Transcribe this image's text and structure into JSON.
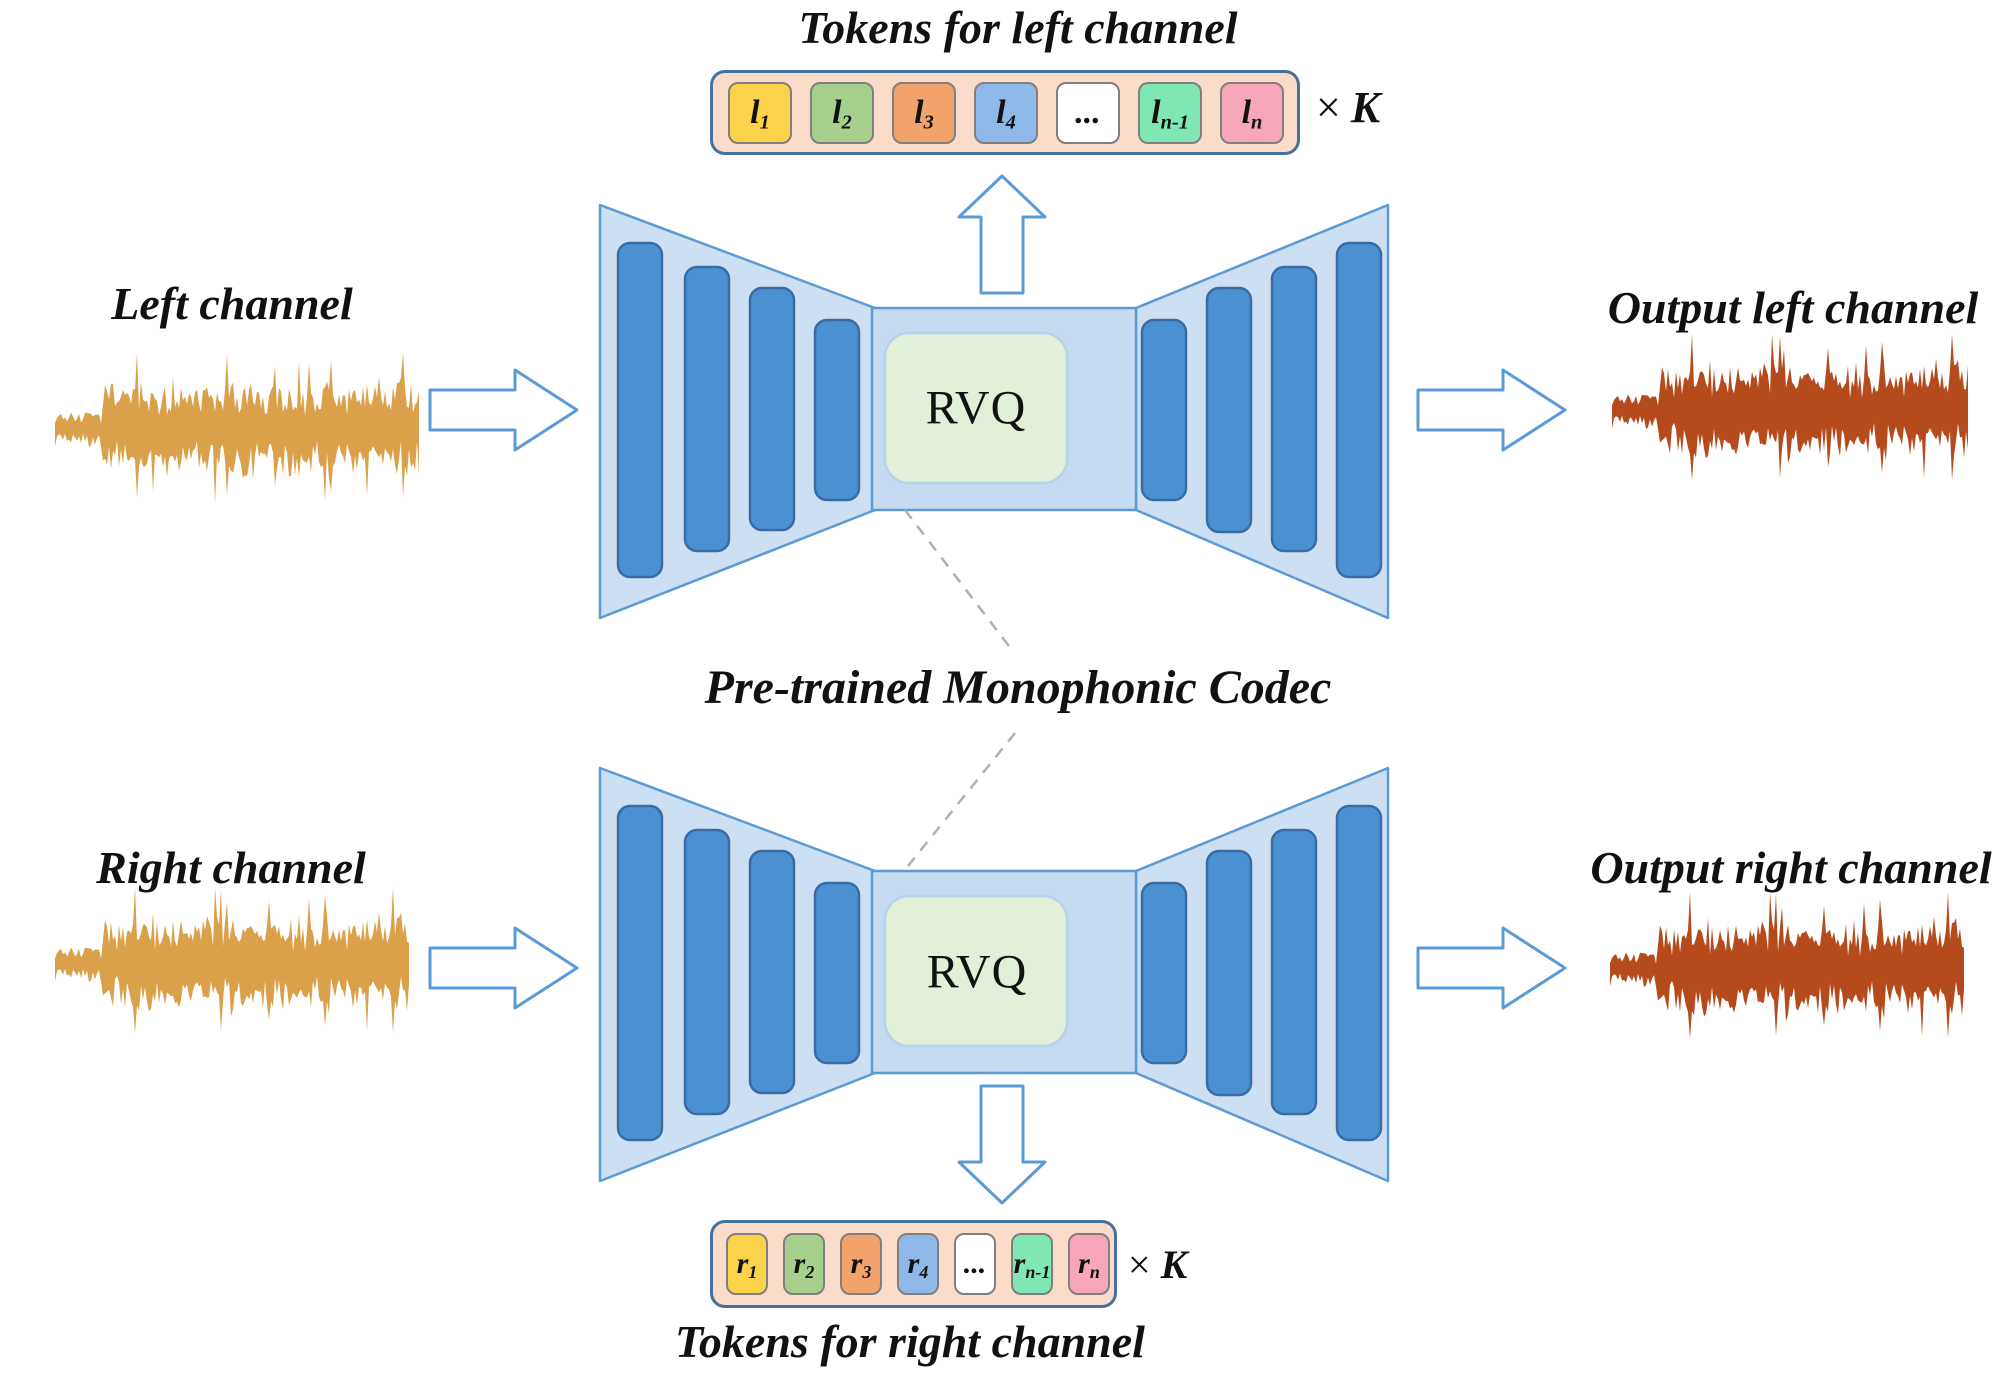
{
  "labels": {
    "tokens_left_title": "Tokens for left channel",
    "tokens_right_title": "Tokens for right channel",
    "left_channel": "Left channel",
    "right_channel": "Right channel",
    "output_left_channel": "Output left channel",
    "output_right_channel": "Output right channel",
    "pretrained_codec": "Pre-trained Monophonic Codec",
    "rvq_top": "RVQ",
    "rvq_bottom": "RVQ",
    "times_symbol": "×",
    "k_variable": "K"
  },
  "token_rows": {
    "left": [
      {
        "base": "l",
        "sub": "1",
        "color": "#fcd24b"
      },
      {
        "base": "l",
        "sub": "2",
        "color": "#a6d08c"
      },
      {
        "base": "l",
        "sub": "3",
        "color": "#f1a36b"
      },
      {
        "base": "l",
        "sub": "4",
        "color": "#8db8e8"
      },
      {
        "base": "...",
        "sub": "",
        "color": "#ffffff"
      },
      {
        "base": "l",
        "sub": "n-1",
        "color": "#80e6b3"
      },
      {
        "base": "l",
        "sub": "n",
        "color": "#f8a6ba"
      }
    ],
    "right": [
      {
        "base": "r",
        "sub": "1",
        "color": "#fcd24b"
      },
      {
        "base": "r",
        "sub": "2",
        "color": "#a6d08c"
      },
      {
        "base": "r",
        "sub": "3",
        "color": "#f1a36b"
      },
      {
        "base": "r",
        "sub": "4",
        "color": "#8db8e8"
      },
      {
        "base": "...",
        "sub": "",
        "color": "#ffffff"
      },
      {
        "base": "r",
        "sub": "n-1",
        "color": "#80e6b3"
      },
      {
        "base": "r",
        "sub": "n",
        "color": "#f8a6ba"
      }
    ]
  },
  "colors": {
    "accent_blue": "#5b9bd5",
    "shape_fill": "#cddff3",
    "mid_fill": "#c6daf0",
    "bar_fill": "#4b90d0",
    "bar_stroke": "#3a6ca3",
    "rvq_fill": "#e2efd9",
    "rvq_stroke": "#b8d4ec",
    "token_container_fill": "#fbdcca",
    "token_container_stroke": "#44719e",
    "token_border": "#7f7f7f",
    "dashed_line": "#b0b0b0",
    "arrow_fill": "#ffffff",
    "input_waveform": "#dba04a",
    "output_waveform": "#b54b1d",
    "text": "#111111"
  }
}
